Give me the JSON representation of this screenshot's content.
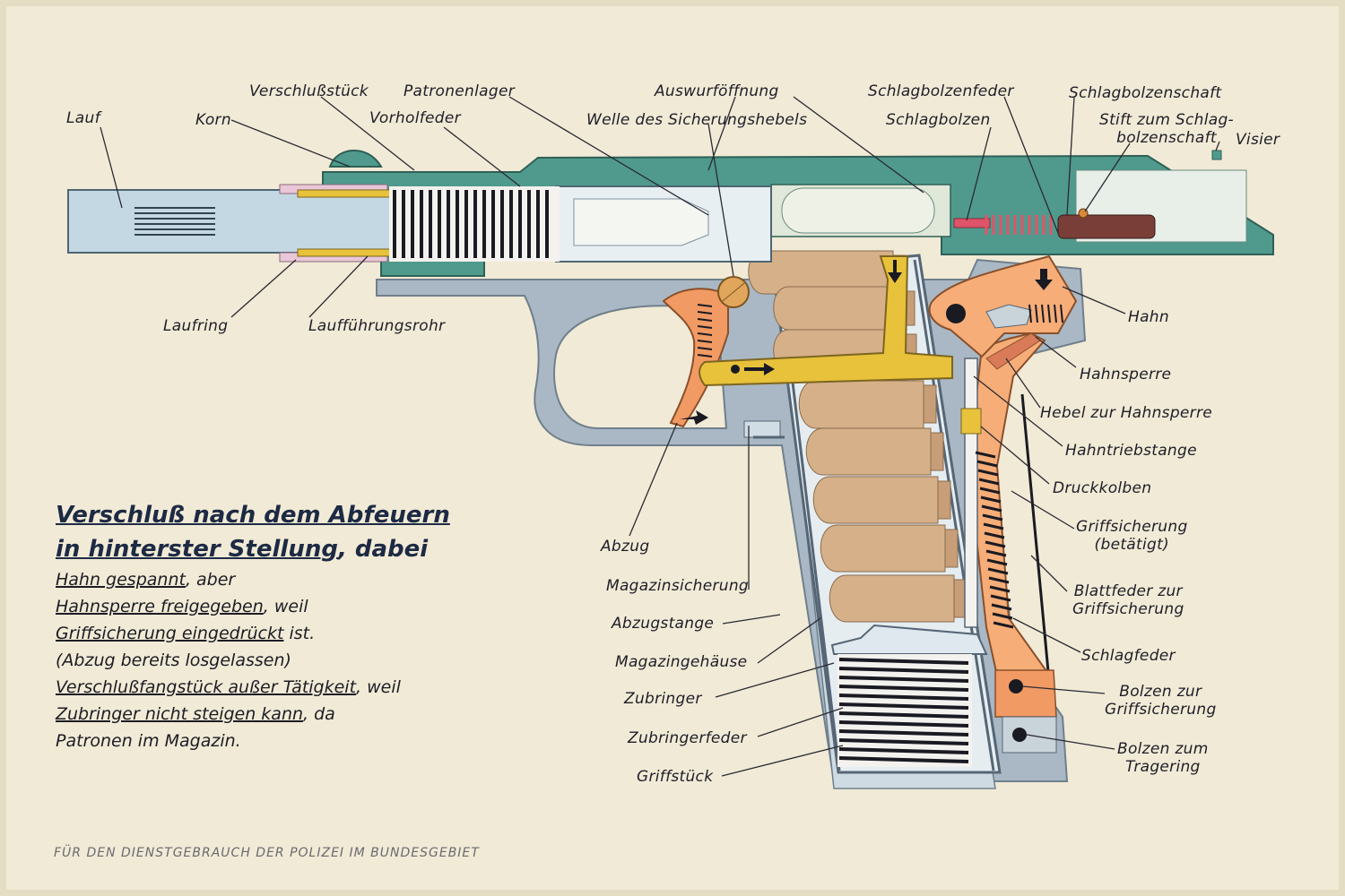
{
  "colors": {
    "paper": "#f1ead6",
    "slide_teal": "#4f9a8c",
    "frame_grey": "#a9b8c4",
    "barrel_blue": "#c4d8e3",
    "cartridge_brown": "#d6b089",
    "trigger_orange": "#f19a64",
    "hammer_orange": "#f6ad78",
    "safety_yellow": "#e7c23a",
    "spring_black": "#1a1a22",
    "firing_pin_red": "#e0546a"
  },
  "labels": {
    "lauf": "Lauf",
    "korn": "Korn",
    "verschlussstueck": "Verschlußstück",
    "vorholfeder": "Vorholfeder",
    "patronenlager": "Patronenlager",
    "welle": "Welle des Sicherungshebels",
    "auswurf": "Auswurföffnung",
    "schlagbolzenfeder": "Schlagbolzenfeder",
    "schlagbolzen": "Schlagbolzen",
    "schlagbolzenschaft": "Schlagbolzenschaft",
    "stift_1": "Stift zum Schlag-",
    "stift_2": "bolzenschaft",
    "visier": "Visier",
    "laufring": "Laufring",
    "lauffuehrungsrohr": "Laufführungsrohr",
    "hahn": "Hahn",
    "hahnsperre": "Hahnsperre",
    "hebel": "Hebel zur Hahnsperre",
    "hahntriebstange": "Hahntriebstange",
    "druckkolben": "Druckkolben",
    "griffsicherung_1": "Griffsicherung",
    "griffsicherung_2": "(betätigt)",
    "blattfeder_1": "Blattfeder zur",
    "blattfeder_2": "Griffsicherung",
    "schlagfeder": "Schlagfeder",
    "bolzen_griff_1": "Bolzen zur",
    "bolzen_griff_2": "Griffsicherung",
    "bolzen_trag_1": "Bolzen zum",
    "bolzen_trag_2": "Tragering",
    "abzug": "Abzug",
    "magazinsicherung": "Magazinsicherung",
    "abzugstange": "Abzugstange",
    "magazingehaeuse": "Magazingehäuse",
    "zubringer": "Zubringer",
    "zubringerfeder": "Zubringerfeder",
    "griffstueck": "Griffstück"
  },
  "caption": {
    "title_1": "Verschluß nach dem Abfeuern",
    "title_2a": "in hinterster Stellung",
    "title_2b": ", dabei",
    "l1a": "Hahn gespannt",
    "l1b": ", aber",
    "l2a": "Hahnsperre freigegeben",
    "l2b": ", weil",
    "l3a": "Griffsicherung eingedrückt",
    "l3b": " ist.",
    "l4": "(Abzug bereits losgelassen)",
    "l5a": "Verschlußfangstück außer Tätigkeit",
    "l5b": ", weil",
    "l6a": "Zubringer nicht steigen kann",
    "l6b": ", da",
    "l7": "Patronen im Magazin."
  },
  "footer": "FÜR DEN DIENSTGEBRAUCH DER POLIZEI IM BUNDESGEBIET"
}
